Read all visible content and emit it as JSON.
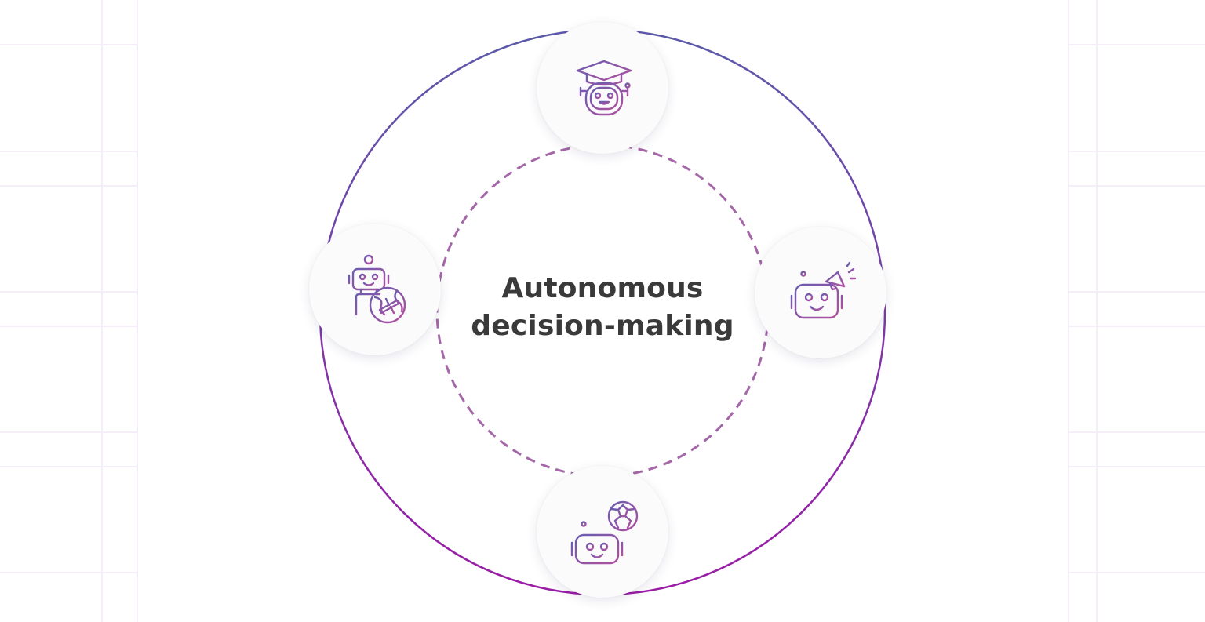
{
  "diagram": {
    "center_title": [
      "Autonomous",
      "decision-making"
    ],
    "colors": {
      "outer_ring_top": "#5b5aa8",
      "outer_ring_bottom": "#9b1ba6",
      "dashed_ring": "#a467a8",
      "icon_stroke_a": "#6a5cb0",
      "icon_stroke_b": "#b04f9f",
      "node_fill": "#fbfbfb",
      "grid_line": "#f5eef8"
    },
    "nodes": [
      {
        "id": "top",
        "icon": "graduation-robot-icon"
      },
      {
        "id": "right",
        "icon": "megaphone-robot-icon"
      },
      {
        "id": "bottom",
        "icon": "soccer-robot-icon"
      },
      {
        "id": "left",
        "icon": "travel-robot-icon"
      }
    ]
  }
}
